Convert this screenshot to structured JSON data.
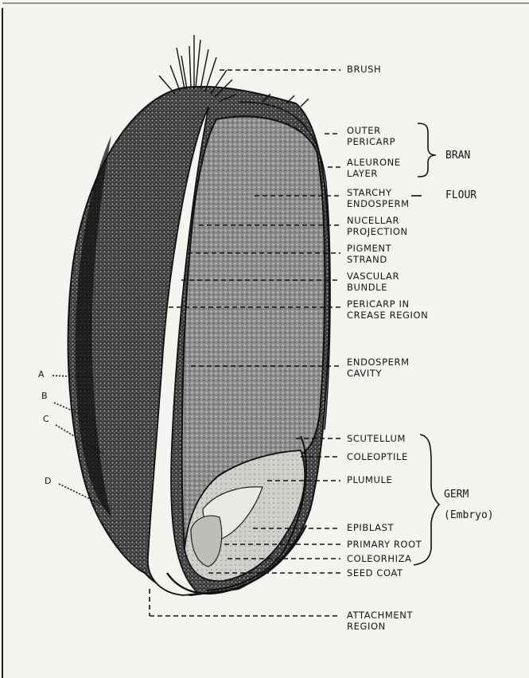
{
  "labels": {
    "brush": "BRUSH",
    "outer_pericarp": "OUTER\nPERICARP",
    "aleurone_layer": "ALEURONE\nLAYER",
    "starchy_endosperm": "STARCHY\nENDOSPERM",
    "nucellar_projection": "NUCELLAR\nPROJECTION",
    "pigment_strand": "PIGMENT\nSTRAND",
    "vascular_bundle": "VASCULAR\nBUNDLE",
    "pericarp_crease": "PERICARP IN\nCREASE REGION",
    "endosperm_cavity": "ENDOSPERM\nCAVITY",
    "scutellum": "SCUTELLUM",
    "coleoptile": "COLEOPTILE",
    "plumule": "PLUMULE",
    "epiblast": "EPIBLAST",
    "primary_root": "PRIMARY ROOT",
    "coleorhiza": "COLEORHIZA",
    "seed_coat": "SEED COAT",
    "attachment_region": "ATTACHMENT\nREGION"
  },
  "groups": {
    "bran": "BRAN",
    "flour": "FLOUR",
    "germ": "GERM",
    "embryo": "(Embryo)"
  },
  "letters": [
    "A",
    "B",
    "C",
    "D"
  ]
}
